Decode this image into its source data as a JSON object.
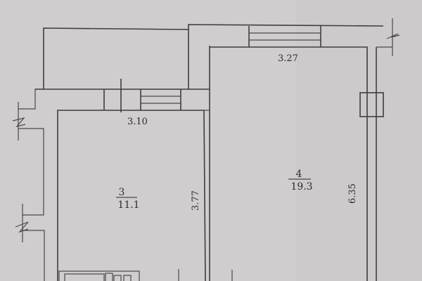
{
  "floor_plan": {
    "rooms": [
      {
        "number": "3",
        "area": "11.1"
      },
      {
        "number": "4",
        "area": "19.3"
      }
    ],
    "dimensions": {
      "room3_width": "3.10",
      "room3_height": "3.77",
      "room4_width": "3.27",
      "room4_height": "6.35"
    },
    "colors": {
      "paper": "#cdcbcc",
      "line": "#3f3d40"
    }
  }
}
